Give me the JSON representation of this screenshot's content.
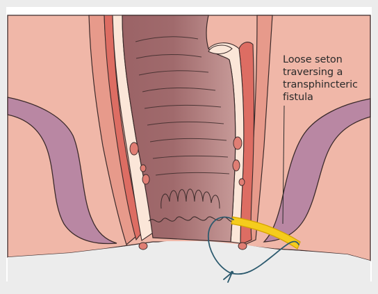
{
  "annotation": {
    "lines": [
      "Loose seton",
      "traversing a",
      "transphincteric",
      "fistula"
    ]
  },
  "colors": {
    "page_background": "#ececec",
    "panel_background": "#ffffff",
    "outer_tissue": "#f0b7a8",
    "rectal_mucosa": "#a56e70",
    "internal_sphincter": "#dd6d63",
    "lining": "#fbe6d8",
    "ischioanal_fat": "#b987a3",
    "skin_fold": "#f6cdbf",
    "seton_outline": "#d4a200",
    "seton_fill": "#f5cc1d",
    "thread": "#2c5a6e",
    "outline": "#3b2a2a"
  },
  "icons": [
    "anal-canal-diagram",
    "seton-thread"
  ]
}
